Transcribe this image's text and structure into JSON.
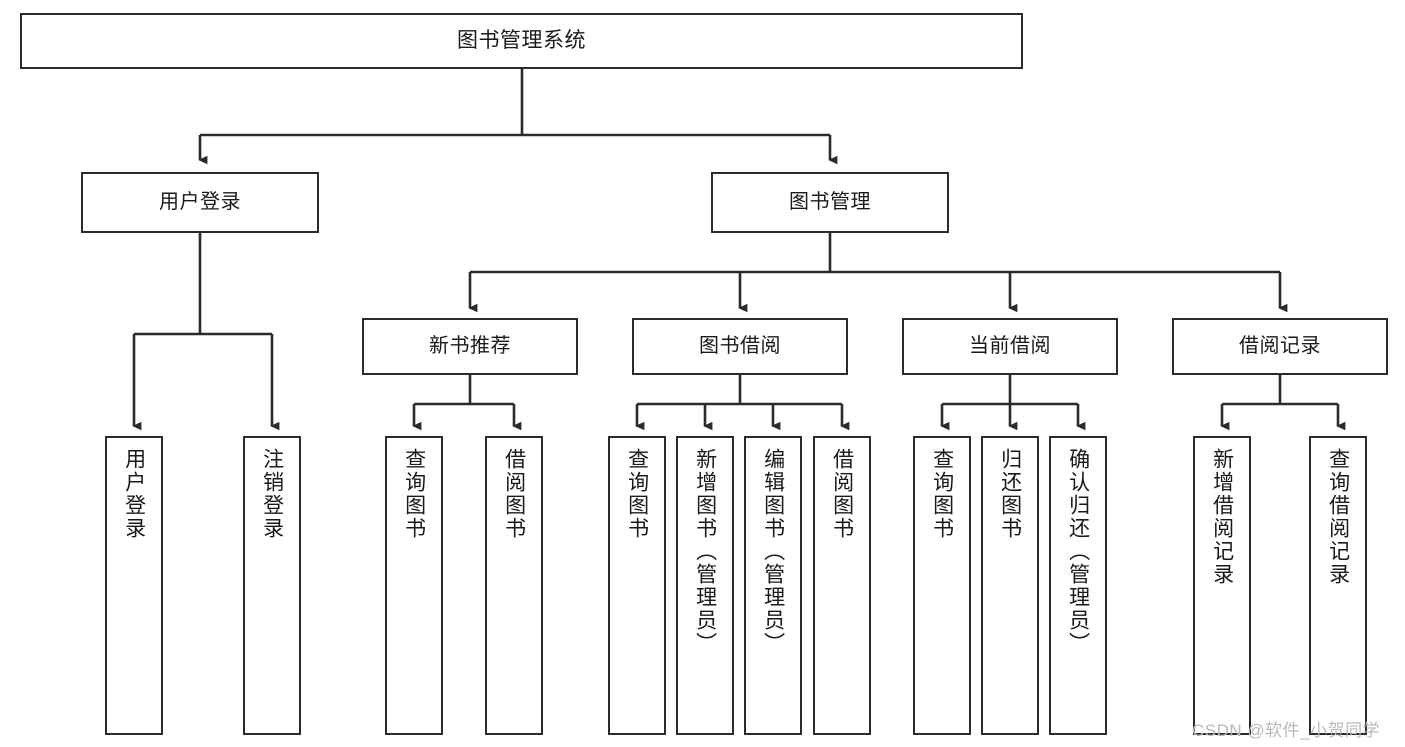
{
  "diagram": {
    "title": "图书管理系统",
    "watermark": "CSDN @软件_小贺同学",
    "colors": {
      "box_border": "#2b2b2b",
      "box_fill": "#ffffff",
      "connector": "#2b2b2b",
      "text": "#1a1a1a",
      "watermark": "#b9b9b9",
      "background": "#ffffff"
    },
    "root": {
      "label": "图书管理系统"
    },
    "level2": [
      {
        "id": "user-login",
        "label": "用户登录"
      },
      {
        "id": "book-management",
        "label": "图书管理"
      }
    ],
    "level3": [
      {
        "id": "new-book-recommend",
        "label": "新书推荐"
      },
      {
        "id": "book-borrow",
        "label": "图书借阅"
      },
      {
        "id": "current-borrow",
        "label": "当前借阅"
      },
      {
        "id": "borrow-record",
        "label": "借阅记录"
      }
    ],
    "leaves": [
      {
        "id": "leaf-user-login",
        "label": "用户登录",
        "parent": "user-login"
      },
      {
        "id": "leaf-logout-login",
        "label": "注销登录",
        "parent": "user-login"
      },
      {
        "id": "leaf-query-book-1",
        "label": "查询图书",
        "parent": "new-book-recommend"
      },
      {
        "id": "leaf-borrow-book-1",
        "label": "借阅图书",
        "parent": "new-book-recommend"
      },
      {
        "id": "leaf-query-book-2",
        "label": "查询图书",
        "parent": "book-borrow"
      },
      {
        "id": "leaf-add-book",
        "label": "新增图书（管理员）",
        "parent": "book-borrow"
      },
      {
        "id": "leaf-edit-book",
        "label": "编辑图书（管理员）",
        "parent": "book-borrow"
      },
      {
        "id": "leaf-borrow-book-2",
        "label": "借阅图书",
        "parent": "book-borrow"
      },
      {
        "id": "leaf-query-book-3",
        "label": "查询图书",
        "parent": "current-borrow"
      },
      {
        "id": "leaf-return-book",
        "label": "归还图书",
        "parent": "current-borrow"
      },
      {
        "id": "leaf-confirm-return",
        "label": "确认归还（管理员）",
        "parent": "current-borrow"
      },
      {
        "id": "leaf-add-record",
        "label": "新增借阅记录",
        "parent": "borrow-record"
      },
      {
        "id": "leaf-query-record",
        "label": "查询借阅记录",
        "parent": "borrow-record"
      }
    ]
  }
}
